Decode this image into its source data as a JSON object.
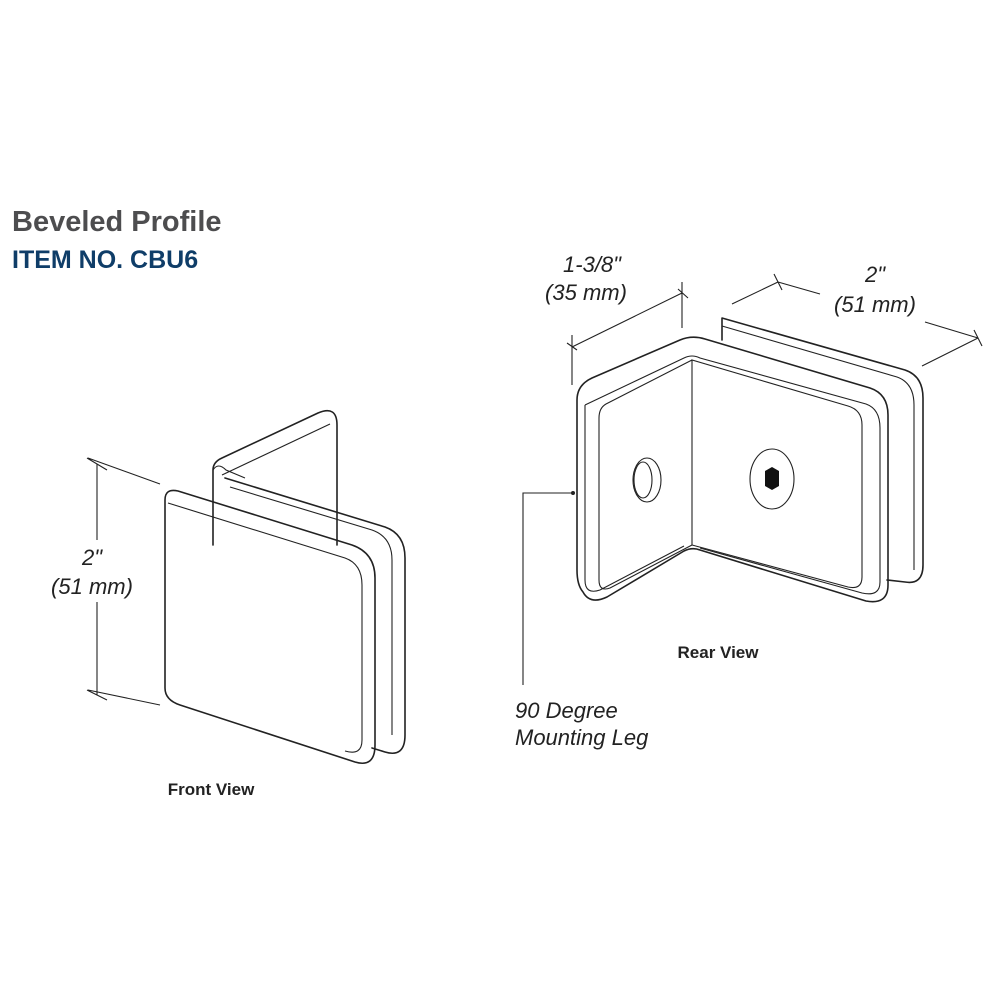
{
  "header": {
    "title": "Beveled Profile",
    "item_number": "ITEM NO. CBU6"
  },
  "front_view": {
    "label": "Front View",
    "height_dim_in": "2\"",
    "height_dim_mm": "(51 mm)"
  },
  "rear_view": {
    "label": "Rear View",
    "depth_dim_in": "1-3/8\"",
    "depth_dim_mm": "(35 mm)",
    "width_dim_in": "2\"",
    "width_dim_mm": "(51 mm)",
    "callout_line1": "90 Degree",
    "callout_line2": "Mounting Leg"
  },
  "colors": {
    "title": "#4d4d4f",
    "item_number": "#0f3d68",
    "line": "#222222"
  }
}
